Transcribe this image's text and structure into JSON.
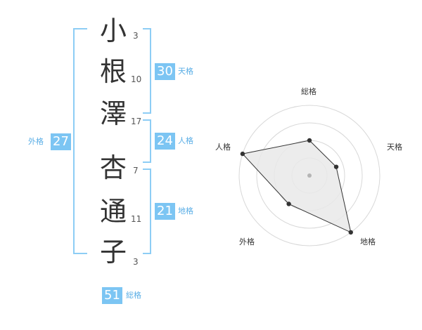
{
  "name": {
    "characters": [
      {
        "char": "小",
        "strokes": "3"
      },
      {
        "char": "根",
        "strokes": "10"
      },
      {
        "char": "澤",
        "strokes": "17"
      },
      {
        "char": "杏",
        "strokes": "7"
      },
      {
        "char": "通",
        "strokes": "11"
      },
      {
        "char": "子",
        "strokes": "3"
      }
    ]
  },
  "fortunes": {
    "tenkaku": {
      "value": "30",
      "label": "天格"
    },
    "jinkaku": {
      "value": "24",
      "label": "人格"
    },
    "chikaku": {
      "value": "21",
      "label": "地格"
    },
    "gaikaku": {
      "value": "27",
      "label": "外格"
    },
    "soukaku": {
      "value": "51",
      "label": "総格"
    }
  },
  "radar": {
    "axes": [
      "総格",
      "天格",
      "地格",
      "外格",
      "人格"
    ],
    "values": [
      0.5,
      0.4,
      1.0,
      0.5,
      1.0
    ],
    "ring_count": 4,
    "colors": {
      "grid": "#d8d8d8",
      "fill": "#e9e9e9",
      "line": "#333333",
      "point": "#333333",
      "center": "#b5b5b5"
    }
  },
  "colors": {
    "accent": "#7cc5f3",
    "bracket": "#8dcdf5"
  }
}
